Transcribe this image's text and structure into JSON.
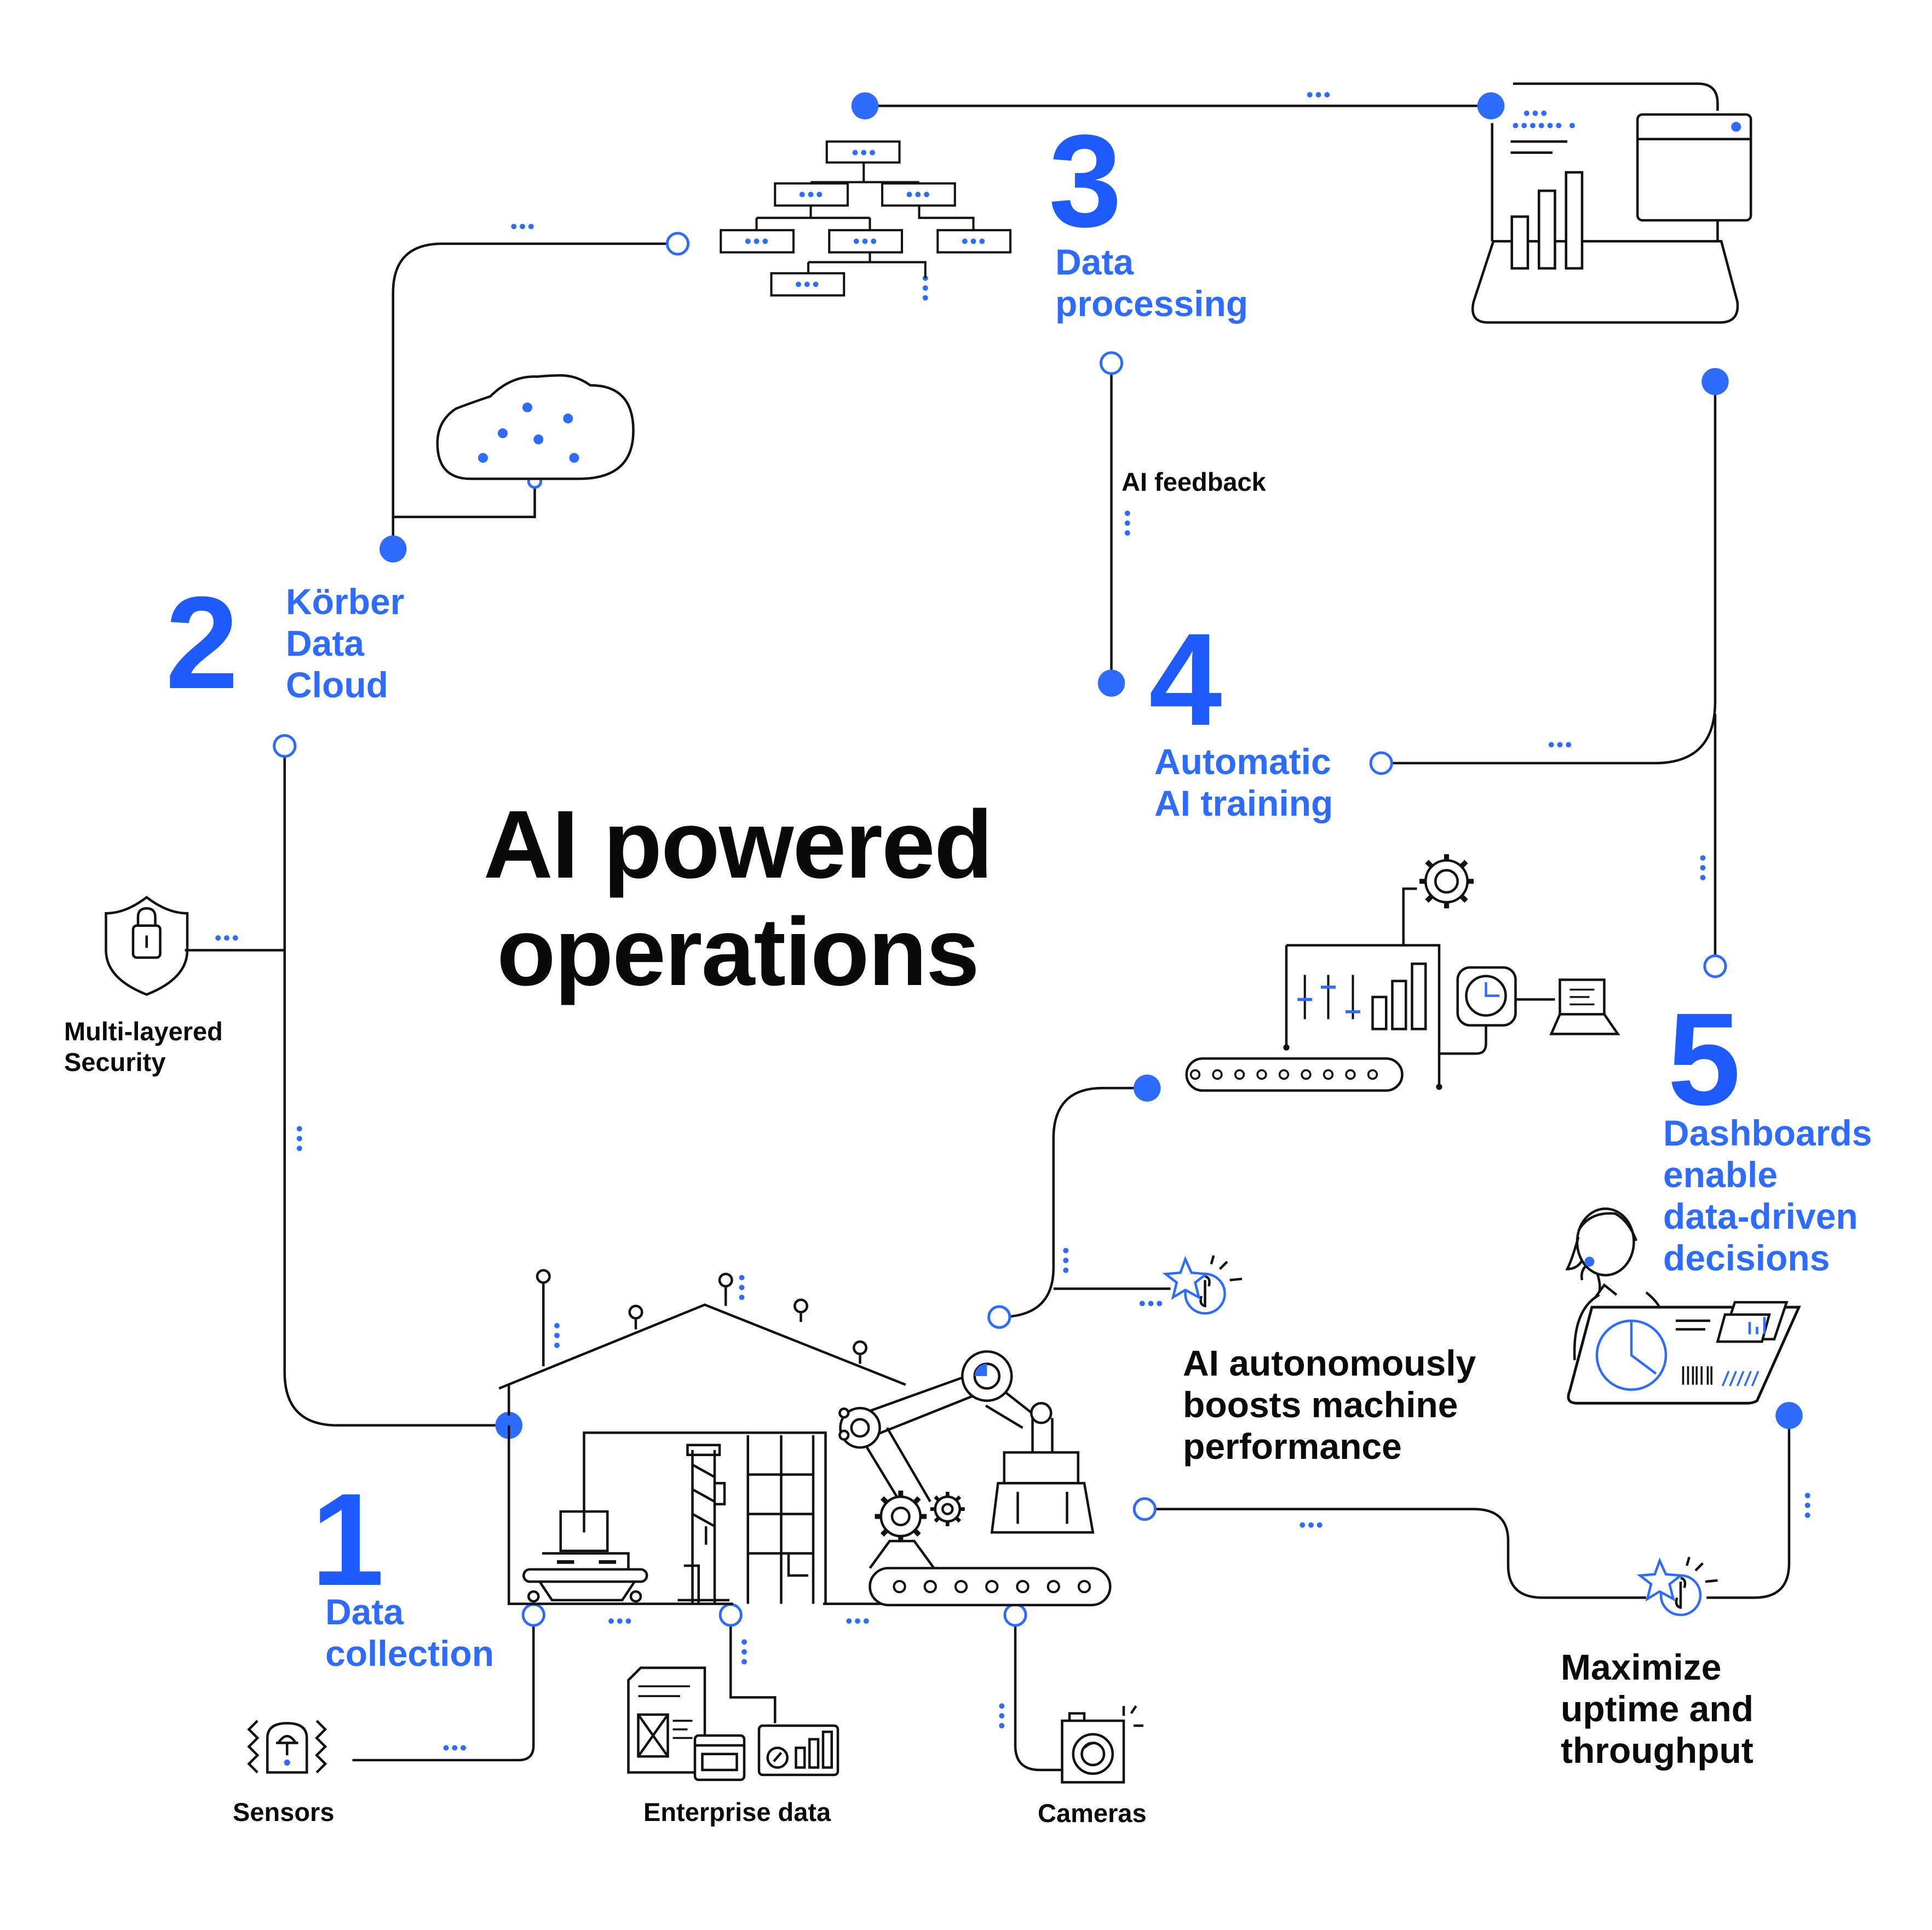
{
  "title": {
    "line1": "AI powered",
    "line2": "operations"
  },
  "colors": {
    "accent": "#2e6bff",
    "ink": "#0a0a0a",
    "background": "#ffffff"
  },
  "steps": [
    {
      "number": "1",
      "line1": "Data",
      "line2": "collection"
    },
    {
      "number": "2",
      "line1": "Körber",
      "line2": "Data",
      "line3": "Cloud"
    },
    {
      "number": "3",
      "line1": "Data",
      "line2": "processing"
    },
    {
      "number": "4",
      "line1": "Automatic",
      "line2": "AI training"
    },
    {
      "number": "5",
      "line1": "Dashboards",
      "line2": "enable",
      "line3": "data-driven",
      "line4": "decisions"
    }
  ],
  "labels": {
    "ai_feedback": "AI feedback",
    "security": {
      "line1": "Multi-layered",
      "line2": "Security"
    },
    "sensors": "Sensors",
    "enterprise_data": "Enterprise data",
    "cameras": "Cameras"
  },
  "outcomes": {
    "machine": {
      "line1": "AI autonomously",
      "line2": "boosts machine",
      "line3": "performance"
    },
    "uptime": {
      "line1": "Maximize",
      "line2": "uptime and",
      "line3": "throughput"
    }
  },
  "icons": [
    "cloud-icon",
    "lock-shield-icon",
    "hierarchy-icon",
    "laptop-dashboard-icon",
    "factory-icon",
    "robot-arm-icon",
    "gear-icon",
    "control-panel-icon",
    "sensor-icon",
    "document-icon",
    "camera-icon",
    "coin-star-icon",
    "operator-tablet-icon"
  ]
}
